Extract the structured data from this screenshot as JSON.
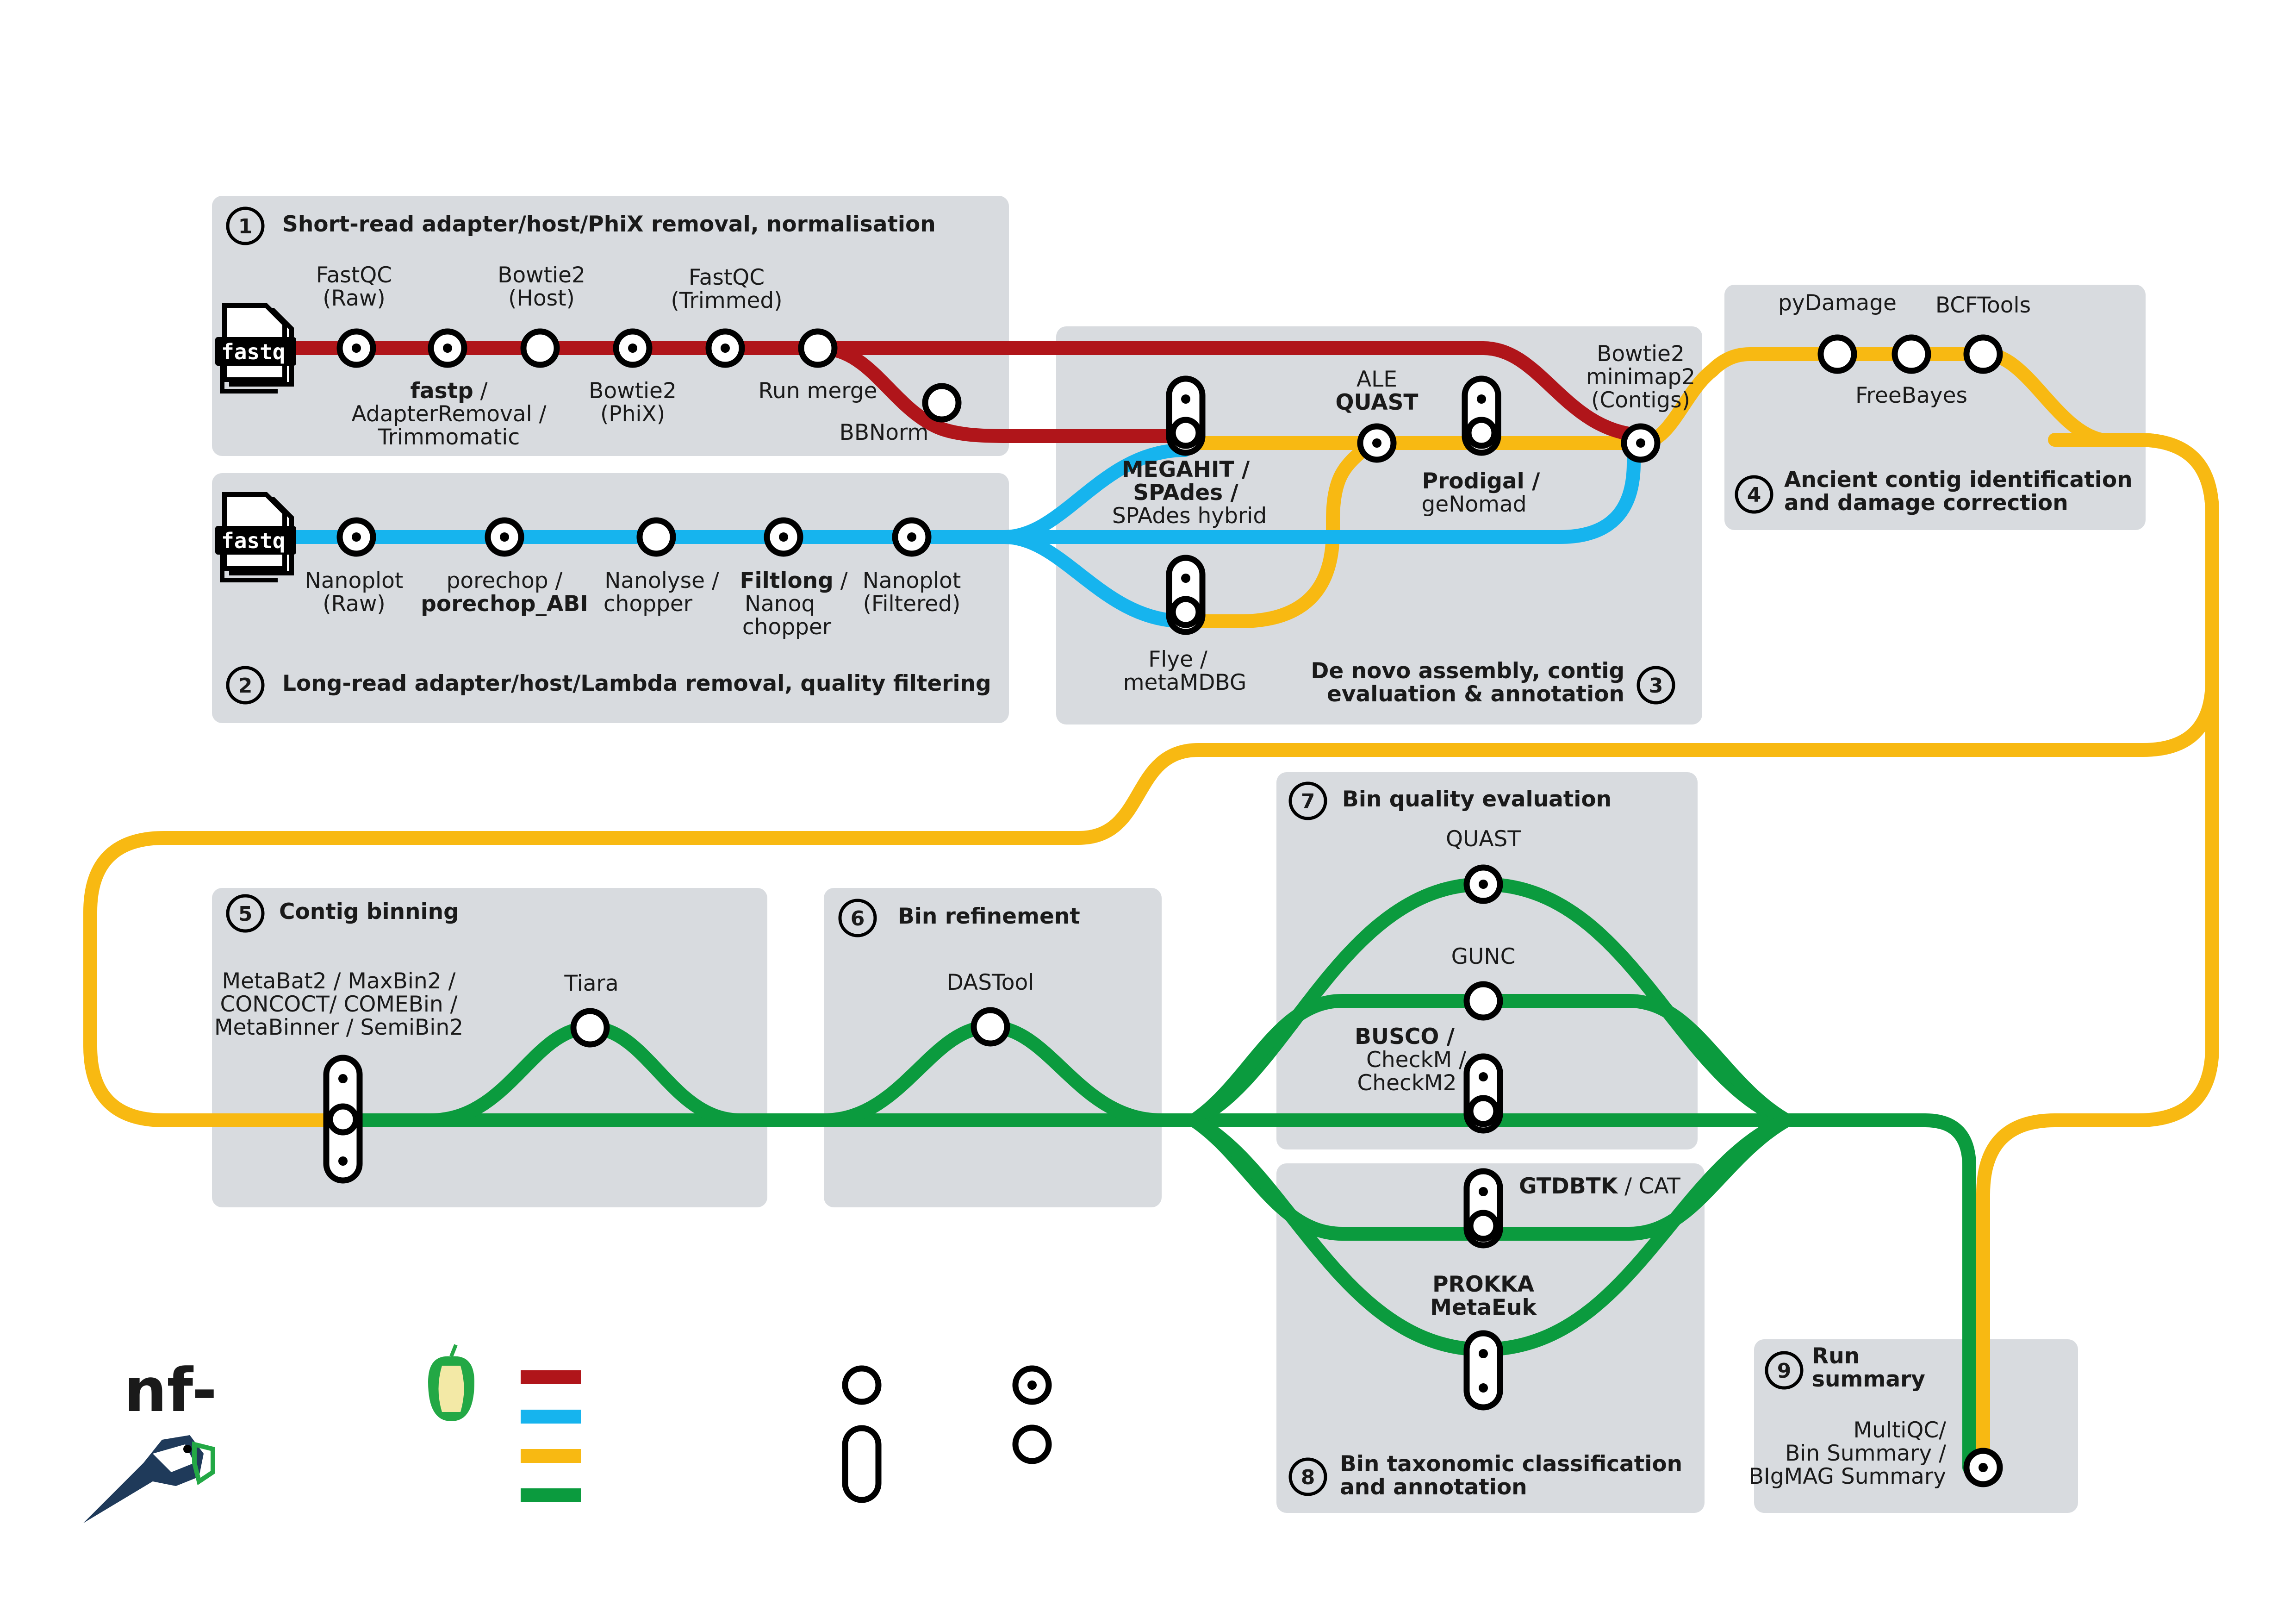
{
  "colors": {
    "short_read": "#b0151a",
    "long_read": "#16b4ee",
    "assembly": "#f8b912",
    "binning": "#0b9b3e",
    "box": "#d8dbdf",
    "logo_green": "#23a845"
  },
  "panels": {
    "p1": {
      "num": "1",
      "title": "Short-read adapter/host/PhiX removal, normalisation"
    },
    "p2": {
      "num": "2",
      "title": "Long-read adapter/host/Lambda removal, quality filtering"
    },
    "p3": {
      "num": "3",
      "title_1": "De novo assembly, contig",
      "title_2": "evaluation & annotation"
    },
    "p4": {
      "num": "4",
      "title_1": "Ancient contig identification",
      "title_2": "and damage correction"
    },
    "p5": {
      "num": "5",
      "title": "Contig binning"
    },
    "p6": {
      "num": "6",
      "title": "Bin refinement"
    },
    "p7": {
      "num": "7",
      "title": "Bin quality evaluation"
    },
    "p8": {
      "num": "8",
      "title_1": "Bin taxonomic classification",
      "title_2": "and annotation"
    },
    "p9": {
      "num": "9",
      "title_1": "Run",
      "title_2": "summary"
    }
  },
  "files": {
    "fastq_1": "fastq",
    "fastq_2": "fastq"
  },
  "steps": {
    "fastqc_raw": [
      "FastQC",
      "(Raw)"
    ],
    "bowtie2_host": [
      "Bowtie2",
      "(Host)"
    ],
    "fastqc_trimmed": [
      "FastQC",
      "(Trimmed)"
    ],
    "fastp": {
      "bold": "fastp",
      "rest": " /",
      "l2": "AdapterRemoval /",
      "l3": "Trimmomatic"
    },
    "bowtie2_phix": [
      "Bowtie2",
      "(PhiX)"
    ],
    "run_merge": "Run merge",
    "bbnorm": "BBNorm",
    "nanoplot_raw": [
      "Nanoplot",
      "(Raw)"
    ],
    "porechop": {
      "l1": "porechop /",
      "l2": "porechop_ABI"
    },
    "nanolyse": [
      "Nanolyse /",
      "chopper"
    ],
    "filtlong": {
      "bold": "Filtlong",
      "rest": " /",
      "l2": "Nanoq",
      "l3": "chopper"
    },
    "nanoplot_filtered": [
      "Nanoplot",
      "(Filtered)"
    ],
    "megahit": {
      "l1": "MEGAHIT /",
      "l2": "SPAdes /",
      "l3": "SPAdes hybrid"
    },
    "ale_quast": {
      "l1": "ALE",
      "l2": "QUAST"
    },
    "prodigal": {
      "l1": "Prodigal /",
      "l2": "geNomad"
    },
    "bowtie2_contigs": [
      "Bowtie2",
      "minimap2",
      "(Contigs)"
    ],
    "flye": [
      "Flye /",
      "metaMDBG"
    ],
    "pydamage": "pyDamage",
    "bcftools": "BCFTools",
    "freebayes": "FreeBayes",
    "binners": [
      "MetaBat2 / MaxBin2 /",
      "CONCOCT/ COMEBin /",
      "MetaBinner / SemiBin2"
    ],
    "tiara": "Tiara",
    "dastool": "DASTool",
    "quast_bins": "QUAST",
    "gunc": "GUNC",
    "busco": {
      "l1": "BUSCO /",
      "l2": "CheckM /",
      "l3": "CheckM2"
    },
    "gtdbtk": {
      "bold": "GTDBTK",
      "rest": " / CAT"
    },
    "prokka": {
      "l1": "PROKKA",
      "l2": "MetaEuk"
    },
    "multiqc": [
      "MultiQC/",
      "Bin Summary /",
      "BIgMAG Summary"
    ]
  },
  "logo": {
    "text": "nf-"
  }
}
